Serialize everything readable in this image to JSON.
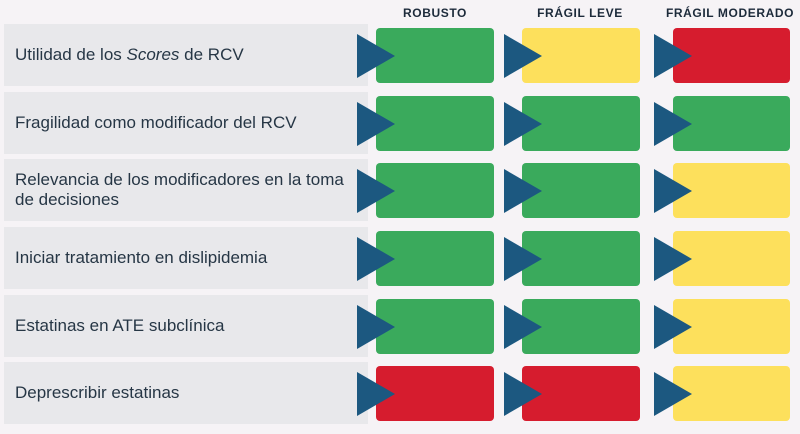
{
  "columns": [
    {
      "label": "ROBUSTO"
    },
    {
      "label": "FRÁGIL LEVE"
    },
    {
      "label": "FRÁGIL MODERADO"
    }
  ],
  "colors": {
    "green": "#3aaa5c",
    "yellow": "#fde05c",
    "red": "#d61c2e",
    "arrow": "#1c5880",
    "label_bg": "#e8e8eb",
    "text": "#263645"
  },
  "rows": [
    {
      "label_pre": "Utilidad de los ",
      "label_em": "Scores",
      "label_post": " de RCV",
      "cells": [
        "green",
        "yellow",
        "red"
      ]
    },
    {
      "label": "Fragilidad como modificador del RCV",
      "cells": [
        "green",
        "green",
        "green"
      ]
    },
    {
      "label": "Relevancia de los modificadores en la toma de decisiones",
      "cells": [
        "green",
        "green",
        "yellow"
      ]
    },
    {
      "label": "Iniciar tratamiento en dislipidemia",
      "cells": [
        "green",
        "green",
        "yellow"
      ]
    },
    {
      "label": "Estatinas en ATE subclínica",
      "cells": [
        "green",
        "green",
        "yellow"
      ]
    },
    {
      "label": "Deprescribir estatinas",
      "cells": [
        "red",
        "red",
        "yellow"
      ]
    }
  ]
}
